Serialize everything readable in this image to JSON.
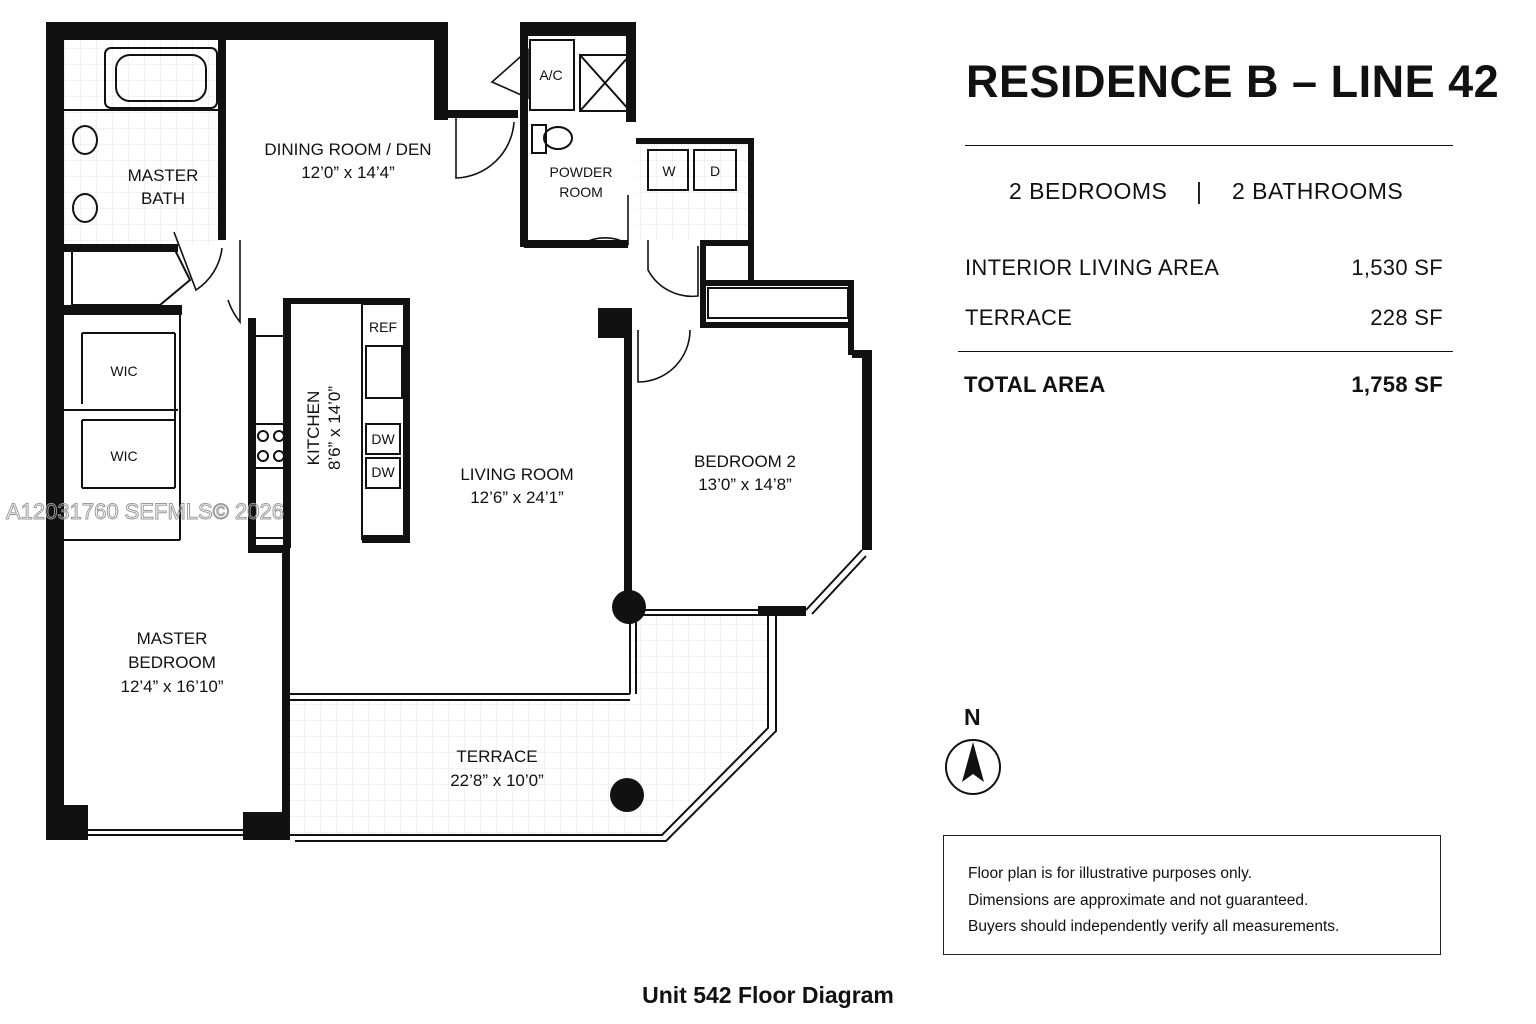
{
  "header": {
    "title": "RESIDENCE B – LINE 42",
    "bedrooms": "2 BEDROOMS",
    "separator": "|",
    "bathrooms": "2 BATHROOMS"
  },
  "areas": [
    {
      "label": "INTERIOR LIVING AREA",
      "value": "1,530 SF"
    },
    {
      "label": "TERRACE",
      "value": "228 SF"
    }
  ],
  "total": {
    "label": "TOTAL AREA",
    "value": "1,758 SF"
  },
  "rooms": {
    "dining": {
      "name": "DINING ROOM / DEN",
      "size": "12’0” x 14’4”"
    },
    "master_bath": {
      "name1": "MASTER",
      "name2": "BATH"
    },
    "powder": {
      "name1": "POWDER",
      "name2": "ROOM"
    },
    "ac": "A/C",
    "washer": "W",
    "dryer": "D",
    "ref": "REF",
    "dw1": "DW",
    "dw2": "DW",
    "wic1": "WIC",
    "wic2": "WIC",
    "kitchen": {
      "name": "KITCHEN",
      "size": "8’6” x 14’0”"
    },
    "living": {
      "name": "LIVING ROOM",
      "size": "12’6” x 24’1”"
    },
    "bedroom2": {
      "name": "BEDROOM 2",
      "size": "13’0” x 14’8”"
    },
    "master_bed": {
      "name1": "MASTER",
      "name2": "BEDROOM",
      "size": "12’4” x 16’10”"
    },
    "terrace": {
      "name": "TERRACE",
      "size": "22’8” x 10’0”"
    }
  },
  "watermark": "A12031760  SEFMLS© 2026",
  "compass": {
    "label": "N"
  },
  "disclaimer": [
    "Floor plan is for illustrative purposes only.",
    "Dimensions are approximate and not guaranteed.",
    "Buyers should independently verify all measurements."
  ],
  "caption": "Unit 542 Floor Diagram"
}
